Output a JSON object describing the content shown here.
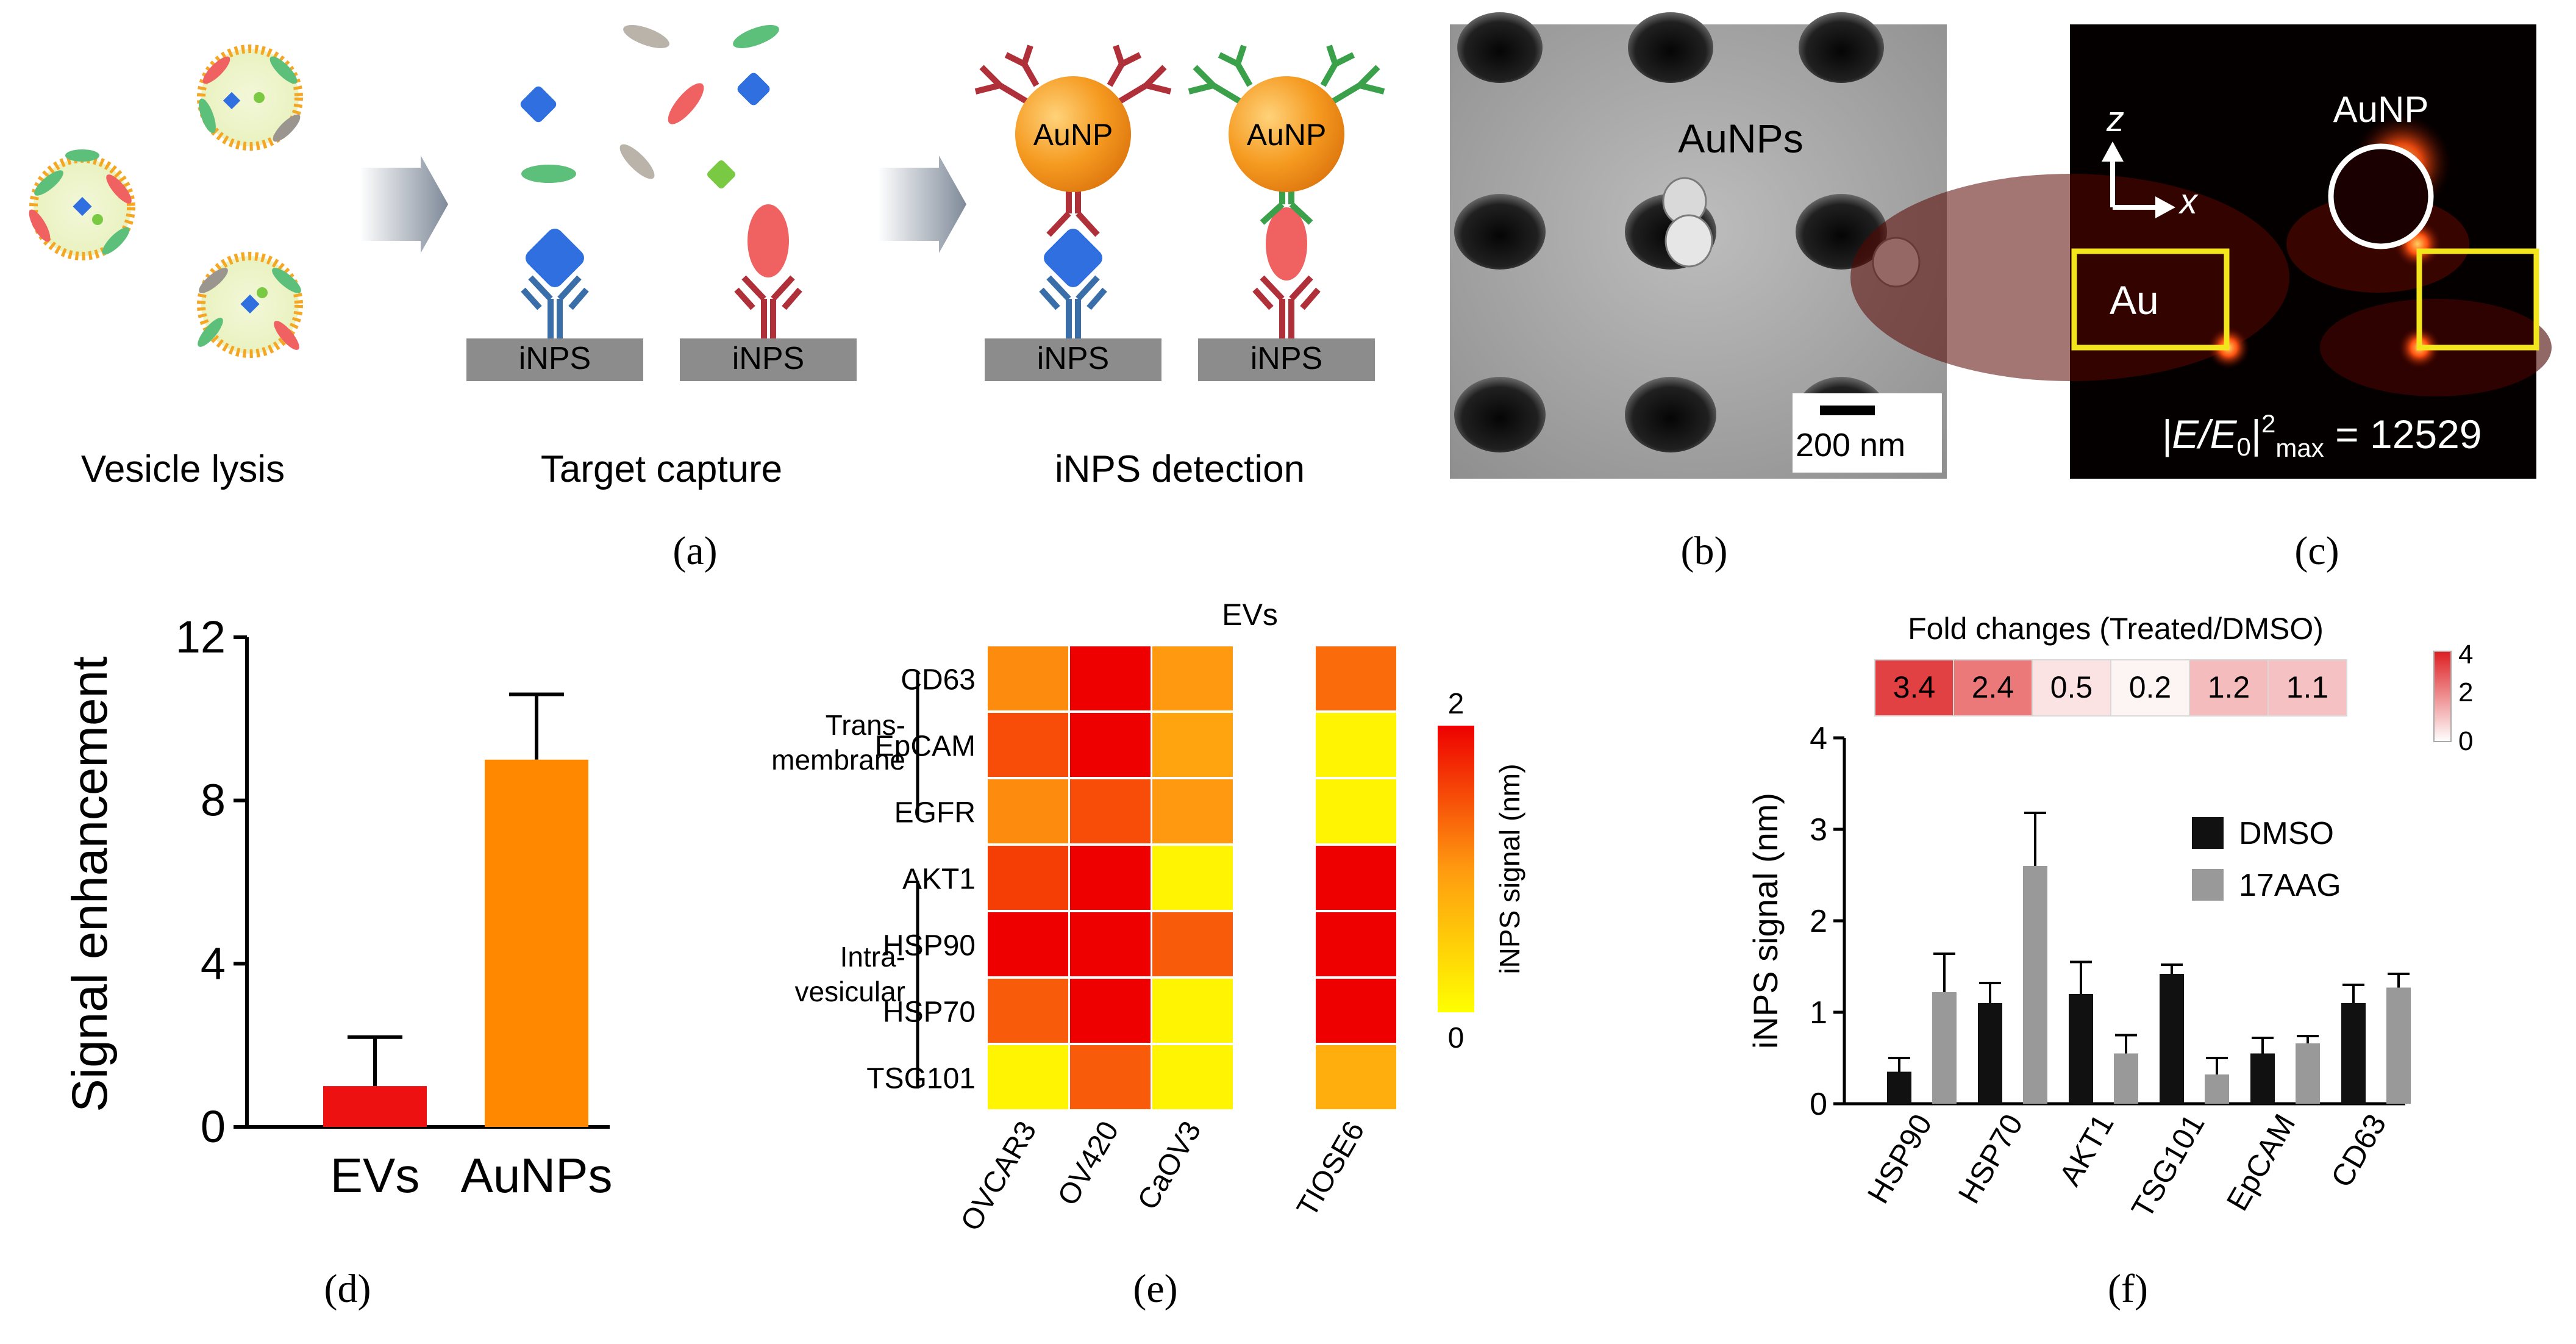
{
  "panel_a": {
    "steps": [
      {
        "caption": "Vesicle lysis"
      },
      {
        "caption": "Target capture",
        "chip_labels": [
          "iNPS",
          "iNPS"
        ]
      },
      {
        "caption": "iNPS detection",
        "chip_labels": [
          "iNPS",
          "iNPS"
        ],
        "particle_labels": [
          "AuNP",
          "AuNP"
        ]
      }
    ],
    "panel_label": "(a)"
  },
  "panel_b": {
    "label": "AuNPs",
    "scale_bar": "200 nm",
    "panel_label": "(b)"
  },
  "panel_c": {
    "axis_z": "z",
    "axis_x": "x",
    "particle": "AuNP",
    "block": "Au",
    "formula": {
      "pre": "|E/E",
      "sub0": "0",
      "mid": "|",
      "sup": "2",
      "subscript": "max",
      "tail": " = 12529"
    },
    "panel_label": "(c)"
  },
  "panel_d": {
    "ylabel": "Signal enhancement",
    "yticks": [
      "0",
      "4",
      "8",
      "12"
    ],
    "panel_label": "(d)"
  },
  "panel_e": {
    "title": "EVs",
    "group_labels": [
      "Trans-",
      "membrane",
      "Intra-",
      "vesicular"
    ],
    "colorbar_label": "iNPS signal (nm)",
    "colorbar_ticks": [
      "2",
      "0"
    ],
    "panel_label": "(e)"
  },
  "panel_f": {
    "fold_title": "Fold changes (Treated/DMSO)",
    "fold_values": [
      "3.4",
      "2.4",
      "0.5",
      "0.2",
      "1.2",
      "1.1"
    ],
    "fold_scale_ticks": [
      "4",
      "2",
      "0"
    ],
    "ylabel": "iNPS signal (nm)",
    "yticks": [
      "0",
      "1",
      "2",
      "3",
      "4"
    ],
    "panel_label": "(f)"
  },
  "colors": {
    "ev_bar": "#ee1111",
    "aunp_bar": "#ff8800",
    "dmso": "#111111",
    "aag": "#999999",
    "heat_low": "#ffff00",
    "heat_high": "#ee0000",
    "chip": "#8c8c8c",
    "gold": "#f59a20"
  },
  "chart_data": [
    {
      "id": "d",
      "type": "bar",
      "categories": [
        "EVs",
        "AuNPs"
      ],
      "values": [
        1.0,
        9.0
      ],
      "errors": [
        1.2,
        1.6
      ],
      "ylabel": "Signal enhancement",
      "ylim": [
        0,
        12
      ],
      "grid": false
    },
    {
      "id": "e",
      "type": "heatmap",
      "title": "EVs",
      "rows": [
        "CD63",
        "EpCAM",
        "EGFR",
        "AKT1",
        "HSP90",
        "HSP70",
        "TSG101"
      ],
      "columns": [
        "OVCAR3",
        "OV420",
        "CaOV3",
        "TIOSE6"
      ],
      "values": [
        [
          1.1,
          2.0,
          1.0,
          1.3
        ],
        [
          1.5,
          2.0,
          0.9,
          0.1
        ],
        [
          1.1,
          1.5,
          1.0,
          0.1
        ],
        [
          1.6,
          2.0,
          0.1,
          2.0
        ],
        [
          2.0,
          2.0,
          1.4,
          2.0
        ],
        [
          1.4,
          2.0,
          0.1,
          2.0
        ],
        [
          0.1,
          1.4,
          0.1,
          0.8
        ]
      ],
      "colorbar_label": "iNPS signal (nm)",
      "zlim": [
        0,
        2
      ]
    },
    {
      "id": "f",
      "type": "bar",
      "categories": [
        "HSP90",
        "HSP70",
        "AKT1",
        "TSG101",
        "EpCAM",
        "CD63"
      ],
      "series": [
        {
          "name": "DMSO",
          "values": [
            0.35,
            1.1,
            1.2,
            1.42,
            0.55,
            1.1
          ],
          "errors": [
            0.15,
            0.22,
            0.35,
            0.1,
            0.17,
            0.2
          ]
        },
        {
          "name": "17AAG",
          "values": [
            1.22,
            2.6,
            0.55,
            0.32,
            0.66,
            1.27
          ],
          "errors": [
            0.42,
            0.58,
            0.2,
            0.18,
            0.08,
            0.15
          ]
        }
      ],
      "ylabel": "iNPS signal (nm)",
      "ylim": [
        0,
        4
      ],
      "legend": "top-right",
      "fold_changes": [
        3.4,
        2.4,
        0.5,
        0.2,
        1.2,
        1.1
      ]
    }
  ]
}
